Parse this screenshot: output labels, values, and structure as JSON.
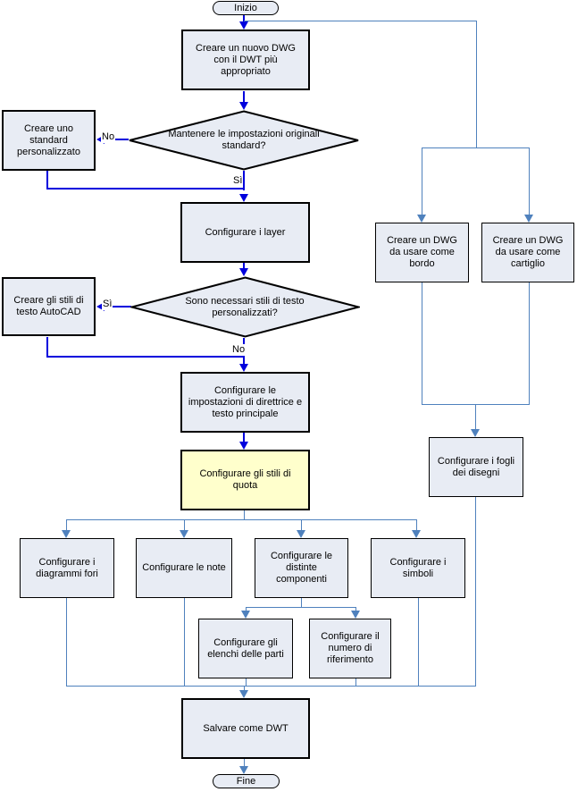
{
  "nodes": {
    "start": {
      "label": "Inizio"
    },
    "create_dwg": {
      "label": "Creare un nuovo DWG con il DWT più appropriato"
    },
    "keep_standard": {
      "label": "Mantenere le impostazioni originali standard?"
    },
    "custom_standard": {
      "label": "Creare uno standard personalizzato"
    },
    "layers": {
      "label": "Configurare i layer"
    },
    "need_text_styles": {
      "label": "Sono necessari stili di testo personalizzati?"
    },
    "autocad_text_styles": {
      "label": "Creare gli stili di testo AutoCAD"
    },
    "leader_text": {
      "label": "Configurare le impostazioni di direttrice e testo principale"
    },
    "dim_styles": {
      "label": "Configurare gli stili di quota"
    },
    "hole_charts": {
      "label": "Configurare i diagrammi fori"
    },
    "notes": {
      "label": "Configurare le note"
    },
    "bom": {
      "label": "Configurare le distinte componenti"
    },
    "symbols": {
      "label": "Configurare i simboli"
    },
    "parts_lists": {
      "label": "Configurare gli elenchi delle parti"
    },
    "ref_number": {
      "label": "Configurare il numero di riferimento"
    },
    "border_dwg": {
      "label": "Creare un DWG da usare come bordo"
    },
    "titleblock_dwg": {
      "label": "Creare un DWG da usare come cartiglio"
    },
    "sheets": {
      "label": "Configurare i fogli dei disegni"
    },
    "save_dwt": {
      "label": "Salvare come DWT"
    },
    "end": {
      "label": "Fine"
    }
  },
  "edge_labels": {
    "keep_no": "No",
    "keep_yes": "Sì",
    "styles_yes": "Sì",
    "styles_no": "No"
  },
  "colors": {
    "flow_blue": "#0000dd",
    "branch_blue": "#4f81bd",
    "box_fill": "#e8ecf4",
    "highlight_fill": "#ffffcc",
    "border_black": "#000000"
  }
}
